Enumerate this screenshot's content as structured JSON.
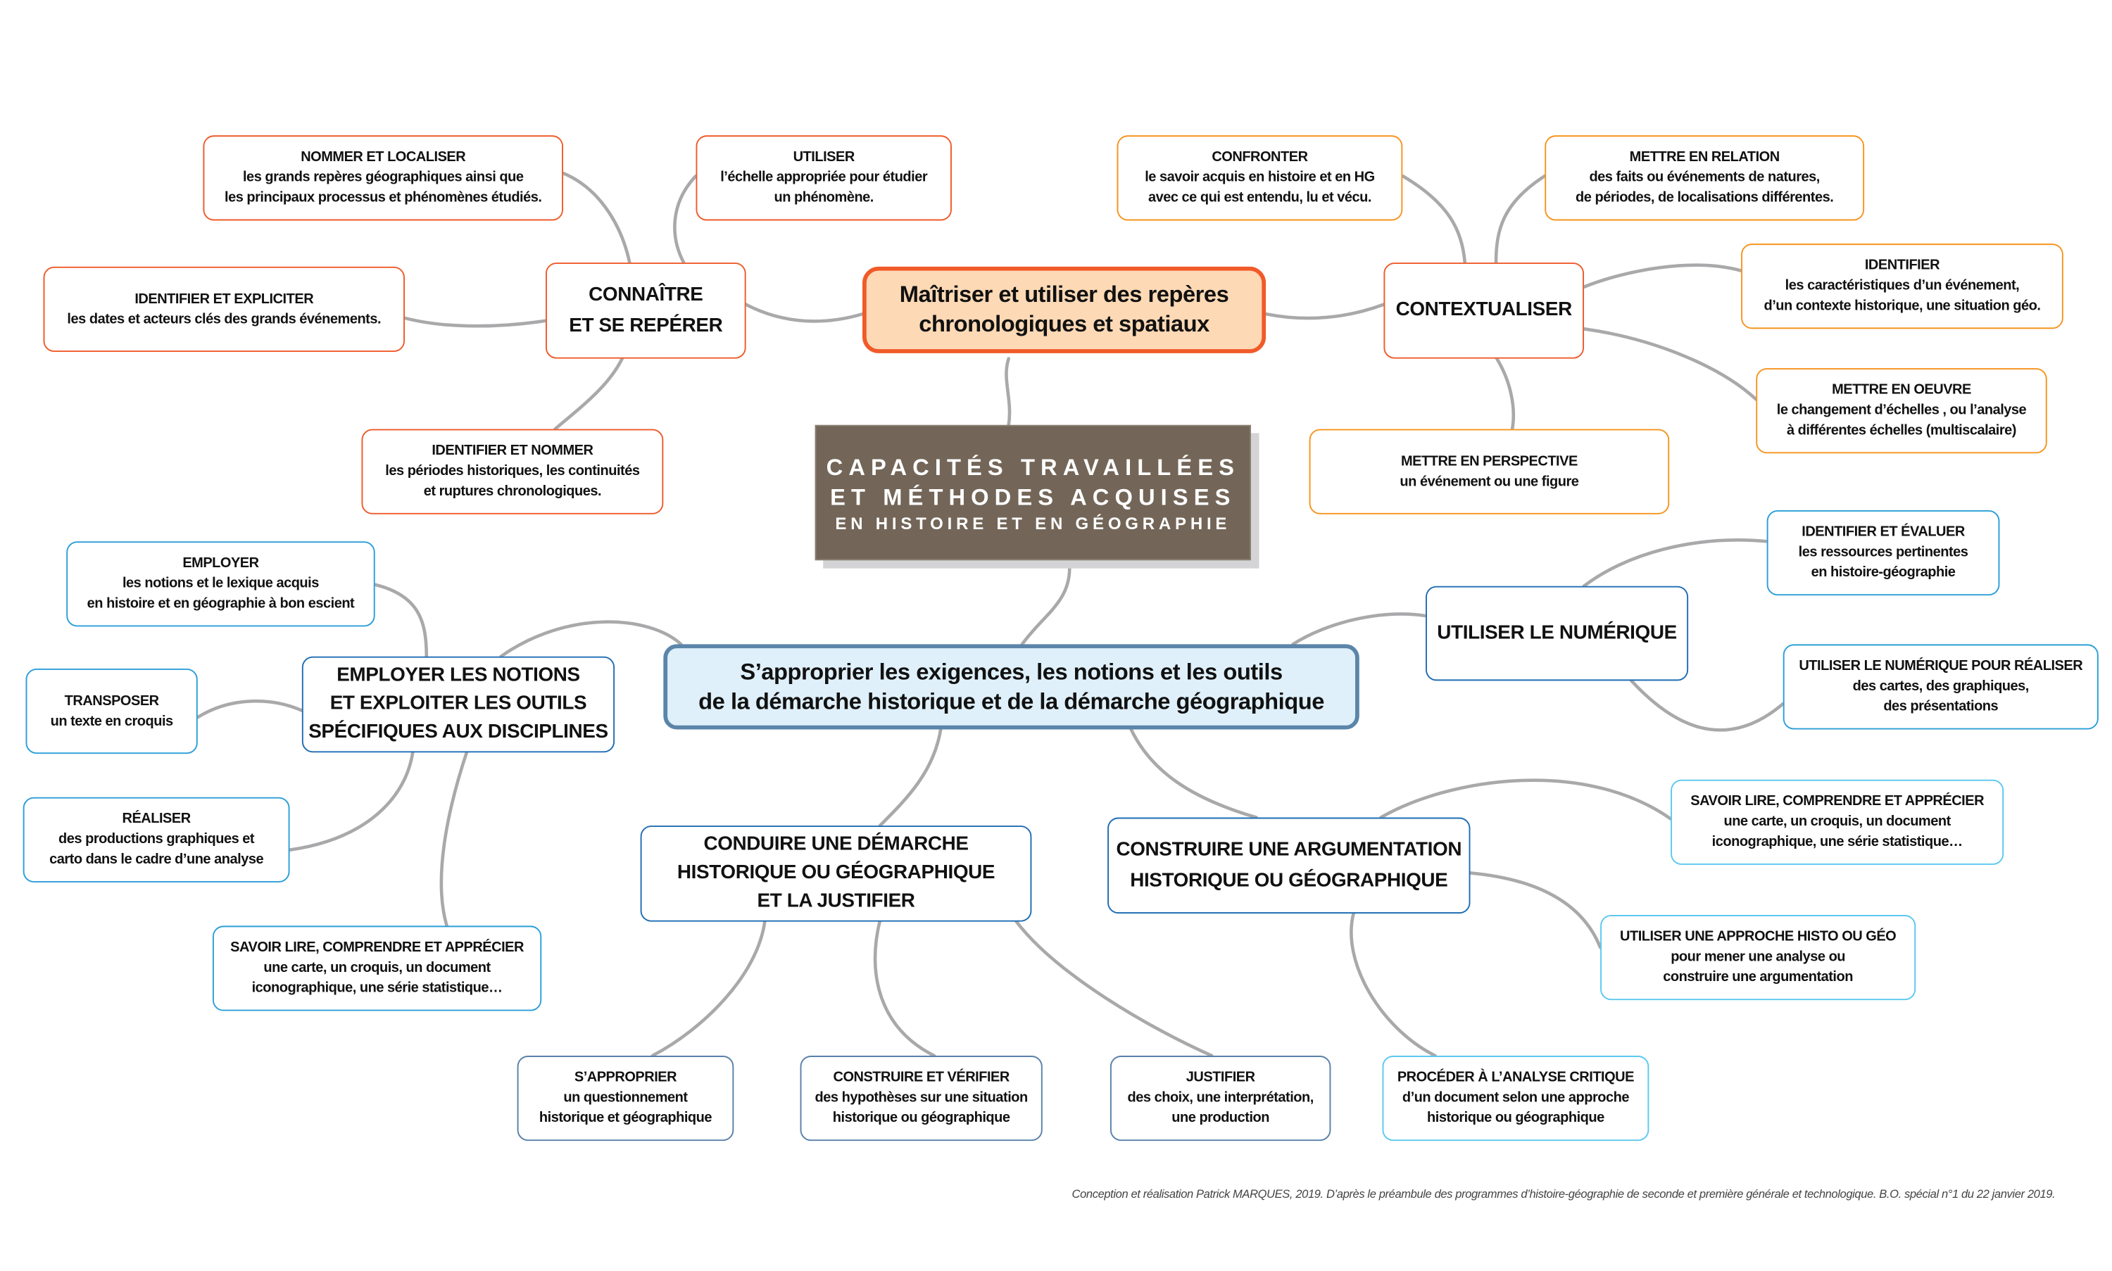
{
  "title": {
    "line1": "CAPACITÉS TRAVAILLÉES",
    "line2": "ET MÉTHODES ACQUISES",
    "line3": "EN HISTOIRE ET EN GÉOGRAPHIE"
  },
  "main1": "Maîtriser et utiliser des repères\nchronologiques et spatiaux",
  "main2": "S’approprier les exigences, les notions et les outils\nde la démarche historique et de la démarche géographique",
  "nodes": {
    "connaitre": {
      "title": "CONNAÎTRE\nET SE REPÉRER"
    },
    "contextualiser": {
      "title": "CONTEXTUALISER"
    },
    "nommer": {
      "title": "NOMMER ET LOCALISER",
      "desc": "les grands repères géographiques ainsi que\nles principaux processus et phénomènes étudiés."
    },
    "utiliser": {
      "title": "UTILISER",
      "desc": "l’échelle appropriée pour étudier\nun phénomène."
    },
    "identifier_expliciter": {
      "title": "IDENTIFIER ET EXPLICITER",
      "desc": "les dates et acteurs clés des grands événements."
    },
    "identifier_nommer": {
      "title": "IDENTIFIER ET NOMMER",
      "desc": "les périodes historiques, les continuités\net ruptures chronologiques."
    },
    "confronter": {
      "title": "CONFRONTER",
      "desc": "le savoir acquis en histoire et en HG\navec ce qui est entendu, lu et vécu."
    },
    "mettre_relation": {
      "title": "METTRE EN RELATION",
      "desc": "des faits ou événements de natures,\nde périodes, de localisations différentes."
    },
    "identifier_caract": {
      "title": "IDENTIFIER",
      "desc": "les caractéristiques d’un événement,\nd’un contexte historique, une situation géo."
    },
    "mettre_oeuvre": {
      "title": "METTRE EN OEUVRE",
      "desc": "le changement d’échelles , ou l’analyse\nà différentes échelles (multiscalaire)"
    },
    "perspective": {
      "title": "METTRE EN PERSPECTIVE",
      "desc": "un événement ou une figure"
    },
    "employer_notions": {
      "title": "EMPLOYER LES NOTIONS\nET EXPLOITER LES OUTILS\nSPÉCIFIQUES AUX DISCIPLINES"
    },
    "employer": {
      "title": "EMPLOYER",
      "desc": "les notions et le lexique acquis\nen histoire et en géographie à bon escient"
    },
    "transposer": {
      "title": "TRANSPOSER",
      "desc": "un texte en croquis"
    },
    "realiser": {
      "title": "RÉALISER",
      "desc": "des productions graphiques et\ncarto dans le cadre d’une analyse"
    },
    "savoir_lire_left": {
      "title": "SAVOIR LIRE, COMPRENDRE ET APPRÉCIER",
      "desc": "une carte, un croquis, un document\niconographique, une série statistique…"
    },
    "numerique": {
      "title": "UTILISER LE NUMÉRIQUE"
    },
    "identifier_evaluer": {
      "title": "IDENTIFIER ET ÉVALUER",
      "desc": "les ressources pertinentes\nen histoire-géographie"
    },
    "numerique_realiser": {
      "title": "UTILISER LE NUMÉRIQUE POUR RÉALISER",
      "desc": "des cartes, des graphiques,\ndes présentations"
    },
    "conduire": {
      "title": "CONDUIRE UNE DÉMARCHE\nHISTORIQUE OU GÉOGRAPHIQUE\nET LA JUSTIFIER"
    },
    "construire_arg": {
      "title": "CONSTRUIRE UNE ARGUMENTATION\nHISTORIQUE OU GÉOGRAPHIQUE"
    },
    "savoir_lire_right": {
      "title": "SAVOIR LIRE, COMPRENDRE ET APPRÉCIER",
      "desc": "une carte, un croquis, un document\niconographique, une série statistique…"
    },
    "approche": {
      "title": "UTILISER UNE APPROCHE HISTO OU GÉO",
      "desc": "pour mener une analyse ou\nconstruire une argumentation"
    },
    "approprier": {
      "title": "S’APPROPRIER",
      "desc": "un questionnement\nhistorique et géographique"
    },
    "construire_verifier": {
      "title": "CONSTRUIRE ET VÉRIFIER",
      "desc": "des hypothèses sur une situation\nhistorique ou géographique"
    },
    "justifier": {
      "title": "JUSTIFIER",
      "desc": "des choix, une interprétation,\nune production"
    },
    "proceder": {
      "title": "PROCÉDER À L’ANALYSE CRITIQUE",
      "desc": "d’un document selon une approche\nhistorique ou géographique"
    }
  },
  "footer": "Conception et réalisation Patrick MARQUES, 2019. D’après le préambule des programmes d’histoire-géographie de seconde et première générale et technologique. B.O. spécial n°1 du 22 janvier 2019.",
  "colors": {
    "red": "#ef5a2a",
    "orange": "#f7941d",
    "blue": "#2b9fd9",
    "dark_blue": "#1f6db3",
    "cyan": "#5cc8f0",
    "title_bg": "#736658",
    "main1_bg": "#fdd9b5",
    "main2_bg": "#dff0fa"
  }
}
